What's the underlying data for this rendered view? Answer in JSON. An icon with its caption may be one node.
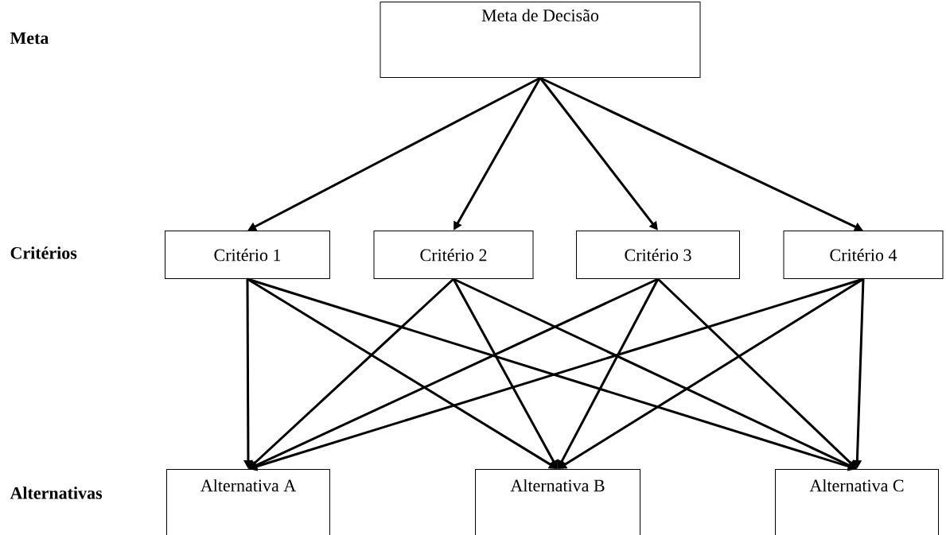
{
  "diagram": {
    "nodes": [
      {
        "text": [
          "Meta de Decisão"
        ]
      },
      {
        "text": [
          "Critério 1"
        ]
      },
      {
        "text": [
          "Critério 2"
        ]
      },
      {
        "text": [
          "Critério 3"
        ]
      },
      {
        "text": [
          "Critério 4"
        ]
      },
      {
        "text": [
          "Alternativa A"
        ]
      },
      {
        "text": [
          "Alternativa B"
        ]
      },
      {
        "text": [
          "Alternativa C"
        ]
      }
    ],
    "edges": [
      {
        "from": 0,
        "to": 1,
        "arrow": "to"
      },
      {
        "from": 0,
        "to": 2,
        "arrow": "to"
      },
      {
        "from": 0,
        "to": 3,
        "arrow": "to"
      },
      {
        "from": 0,
        "to": 4,
        "arrow": "to"
      },
      {
        "from": 1,
        "to": 5,
        "arrow": "to"
      },
      {
        "from": 1,
        "to": 6,
        "arrow": "to"
      },
      {
        "from": 1,
        "to": 7,
        "arrow": "to"
      },
      {
        "from": 2,
        "to": 5,
        "arrow": "to"
      },
      {
        "from": 2,
        "to": 6,
        "arrow": "to"
      },
      {
        "from": 2,
        "to": 7,
        "arrow": "to"
      },
      {
        "from": 3,
        "to": 5,
        "arrow": "to"
      },
      {
        "from": 3,
        "to": 6,
        "arrow": "to"
      },
      {
        "from": 3,
        "to": 7,
        "arrow": "to"
      },
      {
        "from": 4,
        "to": 5,
        "arrow": "to"
      },
      {
        "from": 4,
        "to": 6,
        "arrow": "to"
      },
      {
        "from": 4,
        "to": 7,
        "arrow": "to"
      }
    ],
    "labels": [
      "Meta",
      "Critérios",
      "Alternativas"
    ]
  }
}
